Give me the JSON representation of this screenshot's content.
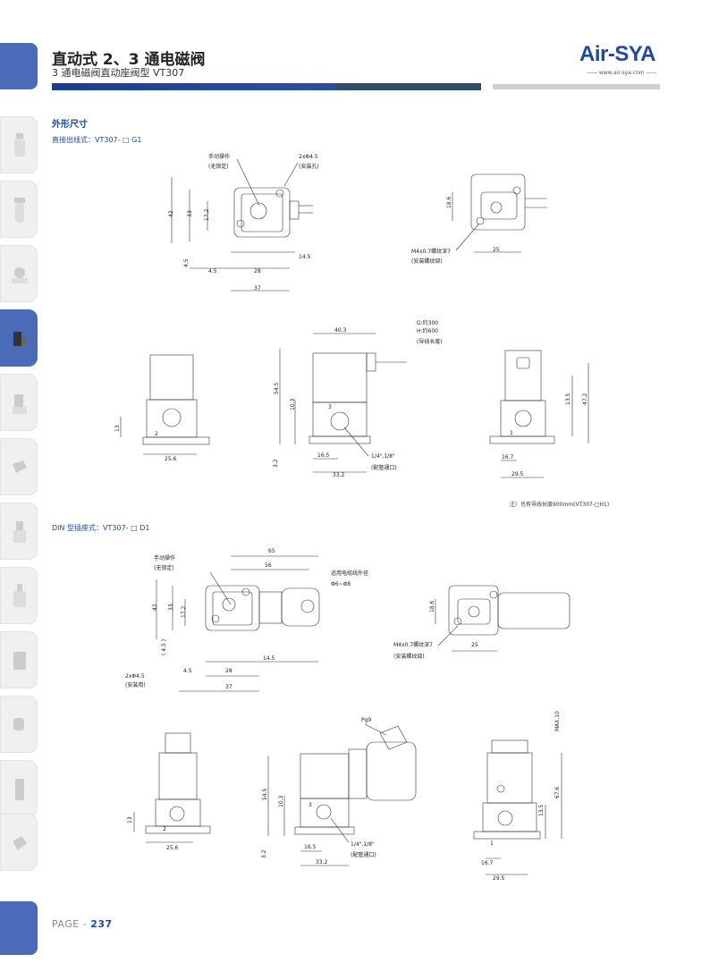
{
  "header": {
    "title": "直动式 2、3 通电磁阀",
    "subtitle": "3 通电磁阀直动座阀型 VT307",
    "logo": "Air-SYA",
    "logo_url": "—— www.air-sya.com ——"
  },
  "section": {
    "title": "外形尺寸",
    "variant1": "直接出线式：VT307- □ G1",
    "variant2": "DIN 型插座式：VT307- □ D1",
    "note": "注）也有导线长度600mm(VT307-□H1)"
  },
  "drawing1": {
    "manual_op": "手动操作",
    "non_lock": "(无锁定)",
    "hole": "2xΦ4.5",
    "hole_note": "(安装孔)",
    "d42": "42",
    "d33": "33",
    "d17_2": "17.2",
    "d4_5": "4.5",
    "d4_5b": "4.5",
    "d28": "28",
    "d14_5": "14.5",
    "d37": "37"
  },
  "drawing2": {
    "d18_6": "18.6",
    "thread": "M4x0.7螺纹深7",
    "thread_note": "(安装螺纹部)",
    "d25": "25"
  },
  "drawing3": {
    "d25_6": "25.6",
    "d13": "13",
    "port2": "2"
  },
  "drawing4": {
    "lead1": "G:约300",
    "lead2": "H:约600",
    "lead_note": "(导线长度)",
    "d40_3": "40.3",
    "d54_5": "54.5",
    "d10_3": "10.3",
    "d3_2": "3.2",
    "d16_5": "16.5",
    "d33_2": "33.2",
    "port": "1/4\",1/8\"",
    "port_note": "(配管通口)",
    "port3": "3"
  },
  "drawing5": {
    "d13_5": "13.5",
    "d47_2": "47.2",
    "d16_7": "16.7",
    "d29_5": "29.5",
    "port1": "1"
  },
  "drawing6": {
    "manual_op": "手动操作",
    "non_lock": "(无锁定)",
    "d65": "65",
    "d56": "56",
    "cable": "适用电缆线外径",
    "cable_d": "Φ6~Φ8",
    "d42": "42",
    "d33": "33",
    "d17_2": "17.2",
    "d4_5p": "( 4.5 )",
    "hole": "2xΦ4.5",
    "hole_note": "(安装用)",
    "d4_5": "4.5",
    "d28": "28",
    "d14_5": "14.5",
    "d37": "37"
  },
  "drawing7": {
    "d18_6": "18.6",
    "thread": "M4x0.7螺纹深7",
    "thread_note": "(安装螺纹部)",
    "d25": "25"
  },
  "drawing8": {
    "d13": "13",
    "d25_6": "25.6",
    "port2": "2"
  },
  "drawing9": {
    "pg9": "Pg9",
    "d54_5": "54.5",
    "d10_3": "10.3",
    "d3_2": "3.2",
    "d16_5": "16.5",
    "d33_2": "33.2",
    "port": "1/4\",1/8\"",
    "port_note": "(配管通口)",
    "port3": "3"
  },
  "drawing10": {
    "max10": "MAX.10",
    "d67_6": "67.6",
    "d13_5": "13.5",
    "d16_7": "16.7",
    "d29_5": "29.5",
    "port1": "1"
  },
  "footer": {
    "page_prefix": "PAGE - ",
    "page_num": "237"
  },
  "sidebar": {
    "tabs": [
      "filter-icon",
      "lubricator-icon",
      "regulator-icon",
      "solenoid-valve-icon",
      "valve-icon",
      "manifold-icon",
      "cylinder-icon",
      "actuator-icon",
      "gripper-icon",
      "fitting-icon",
      "silencer-icon",
      "vacuum-icon"
    ]
  },
  "colors": {
    "accent": "#1e4aa0",
    "tab_active": "#4a6bb8"
  }
}
